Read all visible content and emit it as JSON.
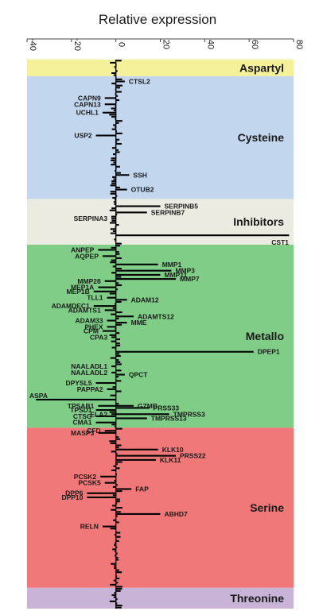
{
  "chart_data": {
    "type": "bar",
    "orientation": "horizontal",
    "title": "",
    "xlabel": "Relative expression",
    "ylabel": "",
    "xlim": [
      -40,
      80
    ],
    "x_ticks": [
      -40,
      -20,
      0,
      20,
      40,
      60,
      80
    ],
    "grid": false,
    "legend": "none",
    "categories": [
      {
        "name": "Aspartyl",
        "color": "#f5f09a",
        "start": 0,
        "end": 8
      },
      {
        "name": "Cysteine",
        "color": "#c2d6ee",
        "start": 8,
        "end": 67
      },
      {
        "name": "Inhibitors",
        "color": "#ebebe1",
        "start": 67,
        "end": 89
      },
      {
        "name": "Metallo",
        "color": "#7fcd86",
        "start": 89,
        "end": 177
      },
      {
        "name": "Serine",
        "color": "#f07878",
        "start": 177,
        "end": 254
      },
      {
        "name": "Threonine",
        "color": "#c9b4d8",
        "start": 254,
        "end": 264
      }
    ],
    "n_rows": 264,
    "labeled_genes": [
      {
        "gene": "CTSL2",
        "row": 10,
        "value": 4
      },
      {
        "gene": "CAPN9",
        "row": 18,
        "value": -5
      },
      {
        "gene": "CAPN13",
        "row": 21,
        "value": -5
      },
      {
        "gene": "UCHL1",
        "row": 25,
        "value": -6
      },
      {
        "gene": "USP2",
        "row": 36,
        "value": -9
      },
      {
        "gene": "SSH",
        "row": 55,
        "value": 6
      },
      {
        "gene": "OTUB2",
        "row": 62,
        "value": 5
      },
      {
        "gene": "SERPINB5",
        "row": 70,
        "value": 20
      },
      {
        "gene": "SERPINB7",
        "row": 73,
        "value": 14
      },
      {
        "gene": "SERPINA3",
        "row": 76,
        "value": -2
      },
      {
        "gene": "CST1",
        "row": 84,
        "value": 78
      },
      {
        "gene": "ANPEP",
        "row": 91,
        "value": -8
      },
      {
        "gene": "AQPEP",
        "row": 94,
        "value": -6
      },
      {
        "gene": "MMP1",
        "row": 98,
        "value": 19
      },
      {
        "gene": "MMP3",
        "row": 101,
        "value": 25
      },
      {
        "gene": "MMP11",
        "row": 103,
        "value": 20
      },
      {
        "gene": "MMP7",
        "row": 105,
        "value": 27
      },
      {
        "gene": "MMP28",
        "row": 106,
        "value": -5
      },
      {
        "gene": "MEP1A",
        "row": 109,
        "value": -8
      },
      {
        "gene": "MEP1B",
        "row": 111,
        "value": -10
      },
      {
        "gene": "TLL1",
        "row": 114,
        "value": -4
      },
      {
        "gene": "ADAM12",
        "row": 115,
        "value": 5
      },
      {
        "gene": "ADAMDEC1",
        "row": 118,
        "value": -10
      },
      {
        "gene": "ADAMTS1",
        "row": 120,
        "value": -5
      },
      {
        "gene": "ADAMTS12",
        "row": 123,
        "value": 8
      },
      {
        "gene": "ADAM33",
        "row": 125,
        "value": -4
      },
      {
        "gene": "MME",
        "row": 126,
        "value": 5
      },
      {
        "gene": "PHEX",
        "row": 128,
        "value": -4
      },
      {
        "gene": "CPM",
        "row": 130,
        "value": -6
      },
      {
        "gene": "CPA3",
        "row": 133,
        "value": -2
      },
      {
        "gene": "DPEP1",
        "row": 140,
        "value": 62
      },
      {
        "gene": "NAALADL1",
        "row": 147,
        "value": -2
      },
      {
        "gene": "NAALADL2",
        "row": 150,
        "value": -2
      },
      {
        "gene": "QPCT",
        "row": 151,
        "value": 4
      },
      {
        "gene": "DPYSL5",
        "row": 155,
        "value": -9
      },
      {
        "gene": "PAPPA2",
        "row": 158,
        "value": -4
      },
      {
        "gene": "ASPA",
        "row": 163,
        "value": -36
      },
      {
        "gene": "TPSAB1",
        "row": 166,
        "value": -8
      },
      {
        "gene": "GZMB",
        "row": 166,
        "value": 8
      },
      {
        "gene": "TPSD1",
        "row": 168,
        "value": -9
      },
      {
        "gene": "PRSS33",
        "row": 167,
        "value": 15
      },
      {
        "gene": "ELA2",
        "row": 170,
        "value": -2
      },
      {
        "gene": "TMPRSS3",
        "row": 170,
        "value": 24
      },
      {
        "gene": "CTSG",
        "row": 171,
        "value": -9
      },
      {
        "gene": "TMPRSS13",
        "row": 172,
        "value": 14
      },
      {
        "gene": "CMA1",
        "row": 174,
        "value": -9
      },
      {
        "gene": "CFD",
        "row": 178,
        "value": -5
      },
      {
        "gene": "MASP3",
        "row": 179,
        "value": -8
      },
      {
        "gene": "KLK10",
        "row": 187,
        "value": 19
      },
      {
        "gene": "PRSS22",
        "row": 190,
        "value": 27
      },
      {
        "gene": "KLK11",
        "row": 192,
        "value": 18
      },
      {
        "gene": "PCSK2",
        "row": 200,
        "value": -7
      },
      {
        "gene": "PCSK5",
        "row": 203,
        "value": -5
      },
      {
        "gene": "FAP",
        "row": 206,
        "value": 7
      },
      {
        "gene": "DPP6",
        "row": 208,
        "value": -13
      },
      {
        "gene": "DPP10",
        "row": 210,
        "value": -13
      },
      {
        "gene": "ABHD7",
        "row": 218,
        "value": 20
      },
      {
        "gene": "RELN",
        "row": 224,
        "value": -6
      }
    ]
  }
}
